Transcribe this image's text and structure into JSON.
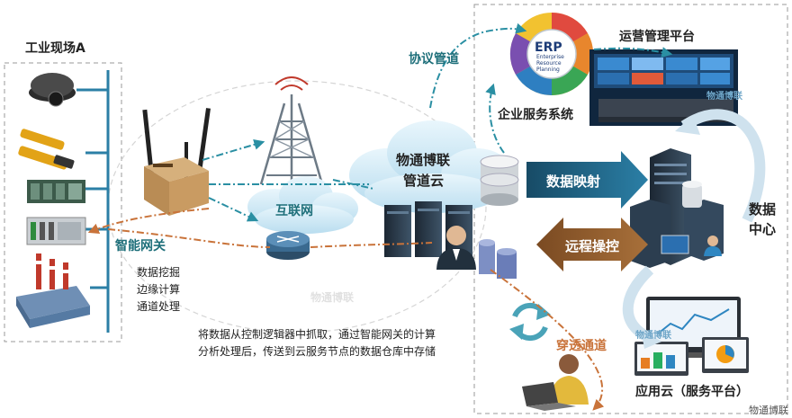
{
  "site": {
    "title": "工业现场A"
  },
  "gateway": {
    "title": "智能网关",
    "features": [
      "数据挖掘",
      "边缘计算",
      "通道处理"
    ]
  },
  "internet": {
    "label": "互联网"
  },
  "cloud": {
    "line1": "物通博联",
    "line2": "管道云"
  },
  "protocol": {
    "label": "协议管道"
  },
  "erp": {
    "logo": "ERP",
    "subtitle_lines": [
      "Enterprise",
      "Resource",
      "Planning"
    ],
    "caption": "企业服务系统"
  },
  "ops": {
    "label": "运营管理平台"
  },
  "mapping": {
    "label": "数据映射"
  },
  "remote": {
    "label": "远程操控"
  },
  "datacenter": {
    "line1": "数据",
    "line2": "中心"
  },
  "passthrough": {
    "label": "穿透通道"
  },
  "appcloud": {
    "label": "应用云（服务平台）"
  },
  "description": {
    "line1": "将数据从控制逻辑器中抓取，通过智能网关的计算",
    "line2": "分析处理后，传送到云服务节点的数据仓库中存储"
  },
  "brand": {
    "watermark": "物通博联",
    "corner": "物通博联"
  }
}
